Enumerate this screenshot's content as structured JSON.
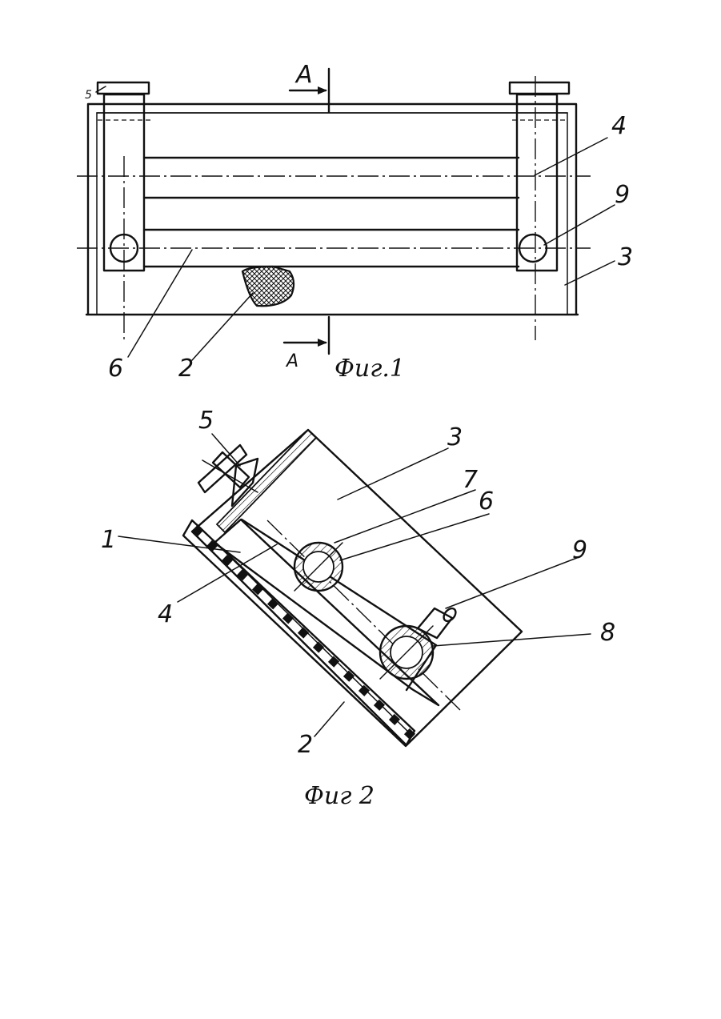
{
  "figure1": {
    "caption": "Фиг.1",
    "section_marker_top": "А",
    "section_marker_bottom": "А",
    "labels": {
      "l5": "5",
      "l4": "4",
      "l9": "9",
      "l3": "3",
      "l6": "6",
      "l2": "2"
    }
  },
  "figure2": {
    "caption": "Фиг 2",
    "labels": {
      "l5": "5",
      "l3": "3",
      "l7": "7",
      "l6": "6",
      "l1": "1",
      "l4": "4",
      "l9": "9",
      "l8": "8",
      "l2": "2"
    }
  }
}
